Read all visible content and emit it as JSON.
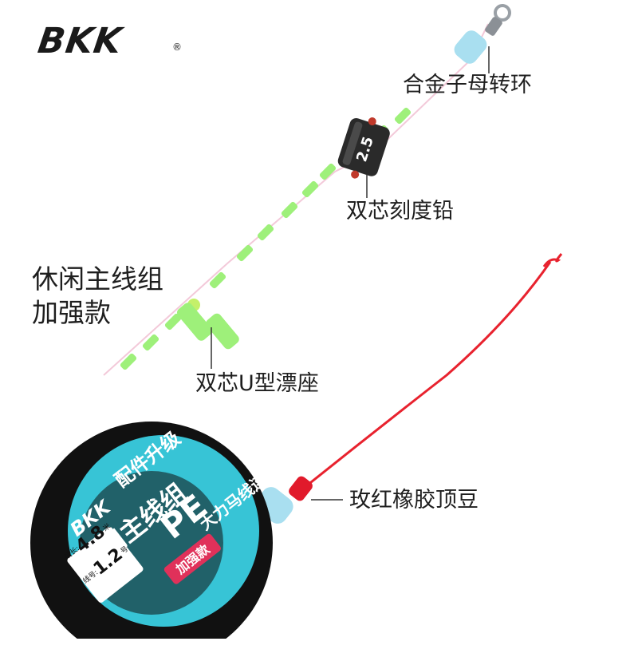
{
  "brand": {
    "logo": "BKK",
    "registered": "®"
  },
  "callouts": {
    "swivel": "合金子母转环",
    "sinker": "双芯刻度铅",
    "float_seat": "双芯U型漂座",
    "stopper": "玫红橡胶顶豆"
  },
  "product": {
    "title_line1": "休闲主线组",
    "title_line2": "加强款"
  },
  "sinker_mark": "2.5",
  "spool": {
    "brand": "BKK",
    "name": "休闲主线组",
    "upgrade": "配件升级",
    "material": "PE",
    "connection": "大力马线连接",
    "length_label": "线长:",
    "length_value": "4.8",
    "length_unit": "米",
    "size_label": "线号:",
    "size_value": "1.2",
    "size_unit": "号",
    "badge": "加强款"
  },
  "colors": {
    "glow_green": "#9ef07a",
    "line_red": "#e8222e",
    "bead_blue": "#a9dff0",
    "teal": "#37c4d6",
    "spool_black": "#111111"
  }
}
